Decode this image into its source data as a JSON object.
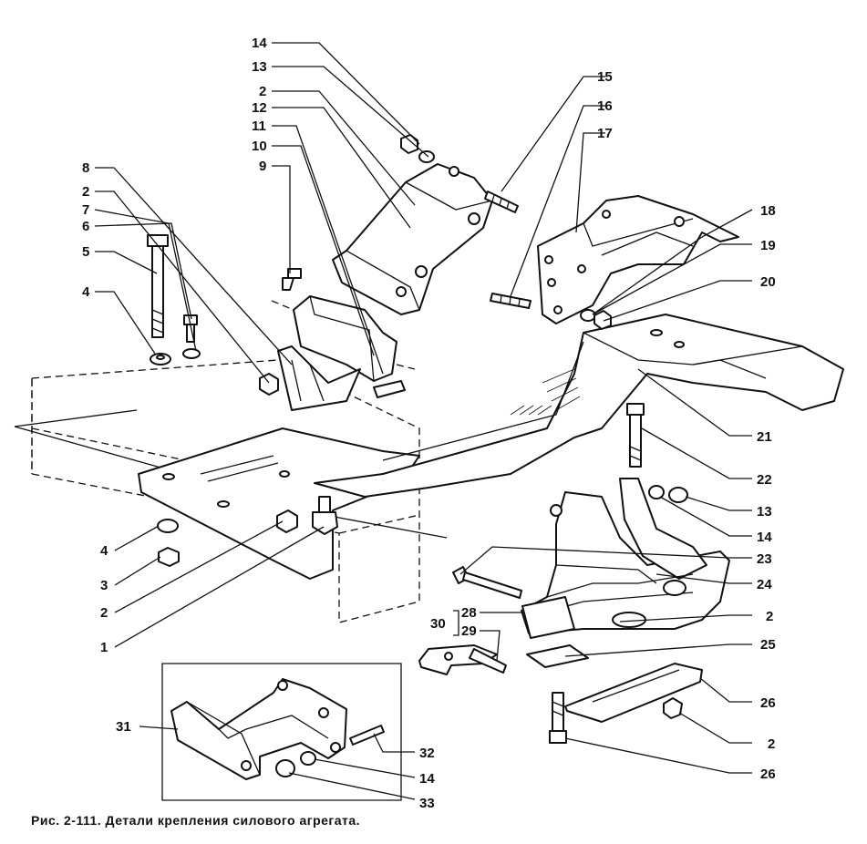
{
  "caption": "Рис. 2-111. Детали крепления силового агрегата.",
  "labels": {
    "l14a": "14",
    "l13a": "13",
    "l2a": "2",
    "l12": "12",
    "l11": "11",
    "l10": "10",
    "l9": "9",
    "l8": "8",
    "l2b": "2",
    "l7": "7",
    "l6": "6",
    "l5": "5",
    "l4a": "4",
    "l15": "15",
    "l16": "16",
    "l17": "17",
    "l18": "18",
    "l19": "19",
    "l20": "20",
    "l21": "21",
    "l22": "22",
    "l13b": "13",
    "l14b": "14",
    "l23": "23",
    "l24": "24",
    "l2c": "2",
    "l30": "30",
    "l28": "28",
    "l29": "29",
    "l25": "25",
    "l26a": "26",
    "l2d": "2",
    "l26b": "26",
    "l4b": "4",
    "l3": "3",
    "l2e": "2",
    "l1": "1",
    "l31": "31",
    "l32": "32",
    "l14c": "14",
    "l33": "33"
  }
}
